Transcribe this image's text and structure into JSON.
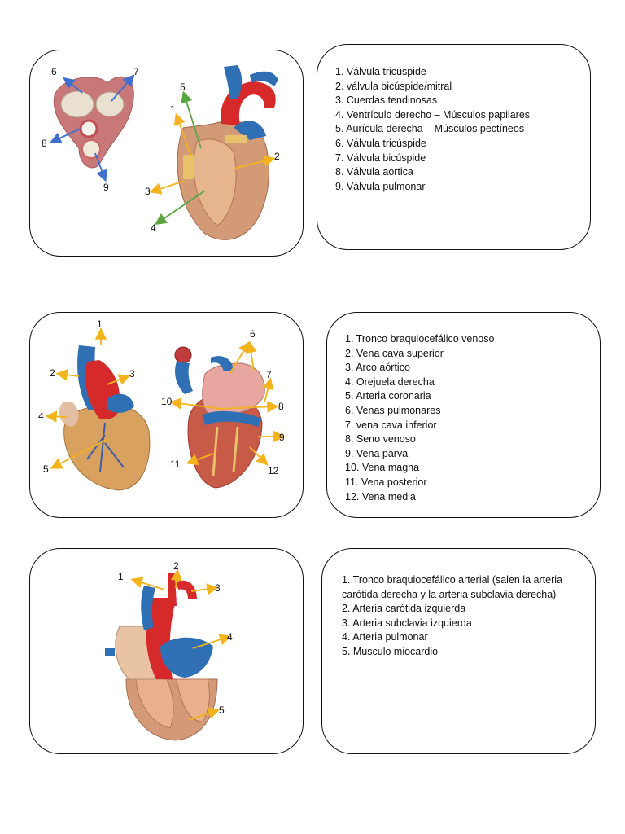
{
  "sections": [
    {
      "figure_labels": [
        "1",
        "2",
        "3",
        "4",
        "5",
        "6",
        "7",
        "8",
        "9"
      ],
      "legend": [
        "1. Válvula tricúspide",
        "2. válvula bicúspide/mitral",
        "3. Cuerdas tendinosas",
        "4. Ventrículo derecho – Músculos papilares",
        "5. Aurícula derecha – Músculos pectíneos",
        "6. Válvula tricúspide",
        "7. Válvula bicúspide",
        "8. Válvula aortica",
        "9. Válvula pulmonar"
      ]
    },
    {
      "figure_labels": [
        "1",
        "2",
        "3",
        "4",
        "5",
        "6",
        "7",
        "8",
        "9",
        "10",
        "11",
        "12"
      ],
      "legend": [
        "1. Tronco braquiocefálico venoso",
        "2. Vena cava superior",
        "3. Arco aórtico",
        "4. Orejuela derecha",
        "5. Arteria coronaria",
        "6. Venas pulmonares",
        "7. vena cava inferior",
        "8. Seno venoso",
        "9. Vena parva",
        "10. Vena magna",
        "11. Vena posterior",
        "12. Vena media"
      ]
    },
    {
      "figure_labels": [
        "1",
        "2",
        "3",
        "4",
        "5"
      ],
      "legend": [
        "1. Tronco braquiocefálico arterial (salen la arteria carótida derecha y la arteria subclavia derecha)",
        "2. Arteria carótida izquierda",
        "3. Arteria subclavia izquierda",
        "4. Arteria pulmonar",
        "5. Musculo miocardio"
      ]
    }
  ],
  "colors": {
    "arrow_yellow": "#f2b31b",
    "arrow_blue": "#3f6fcf",
    "arrow_green": "#5aa640",
    "artery_red": "#d62a2a",
    "vein_blue": "#2f6fb3",
    "muscle": "#d9a584",
    "fat_yellow": "#e8c26a"
  }
}
